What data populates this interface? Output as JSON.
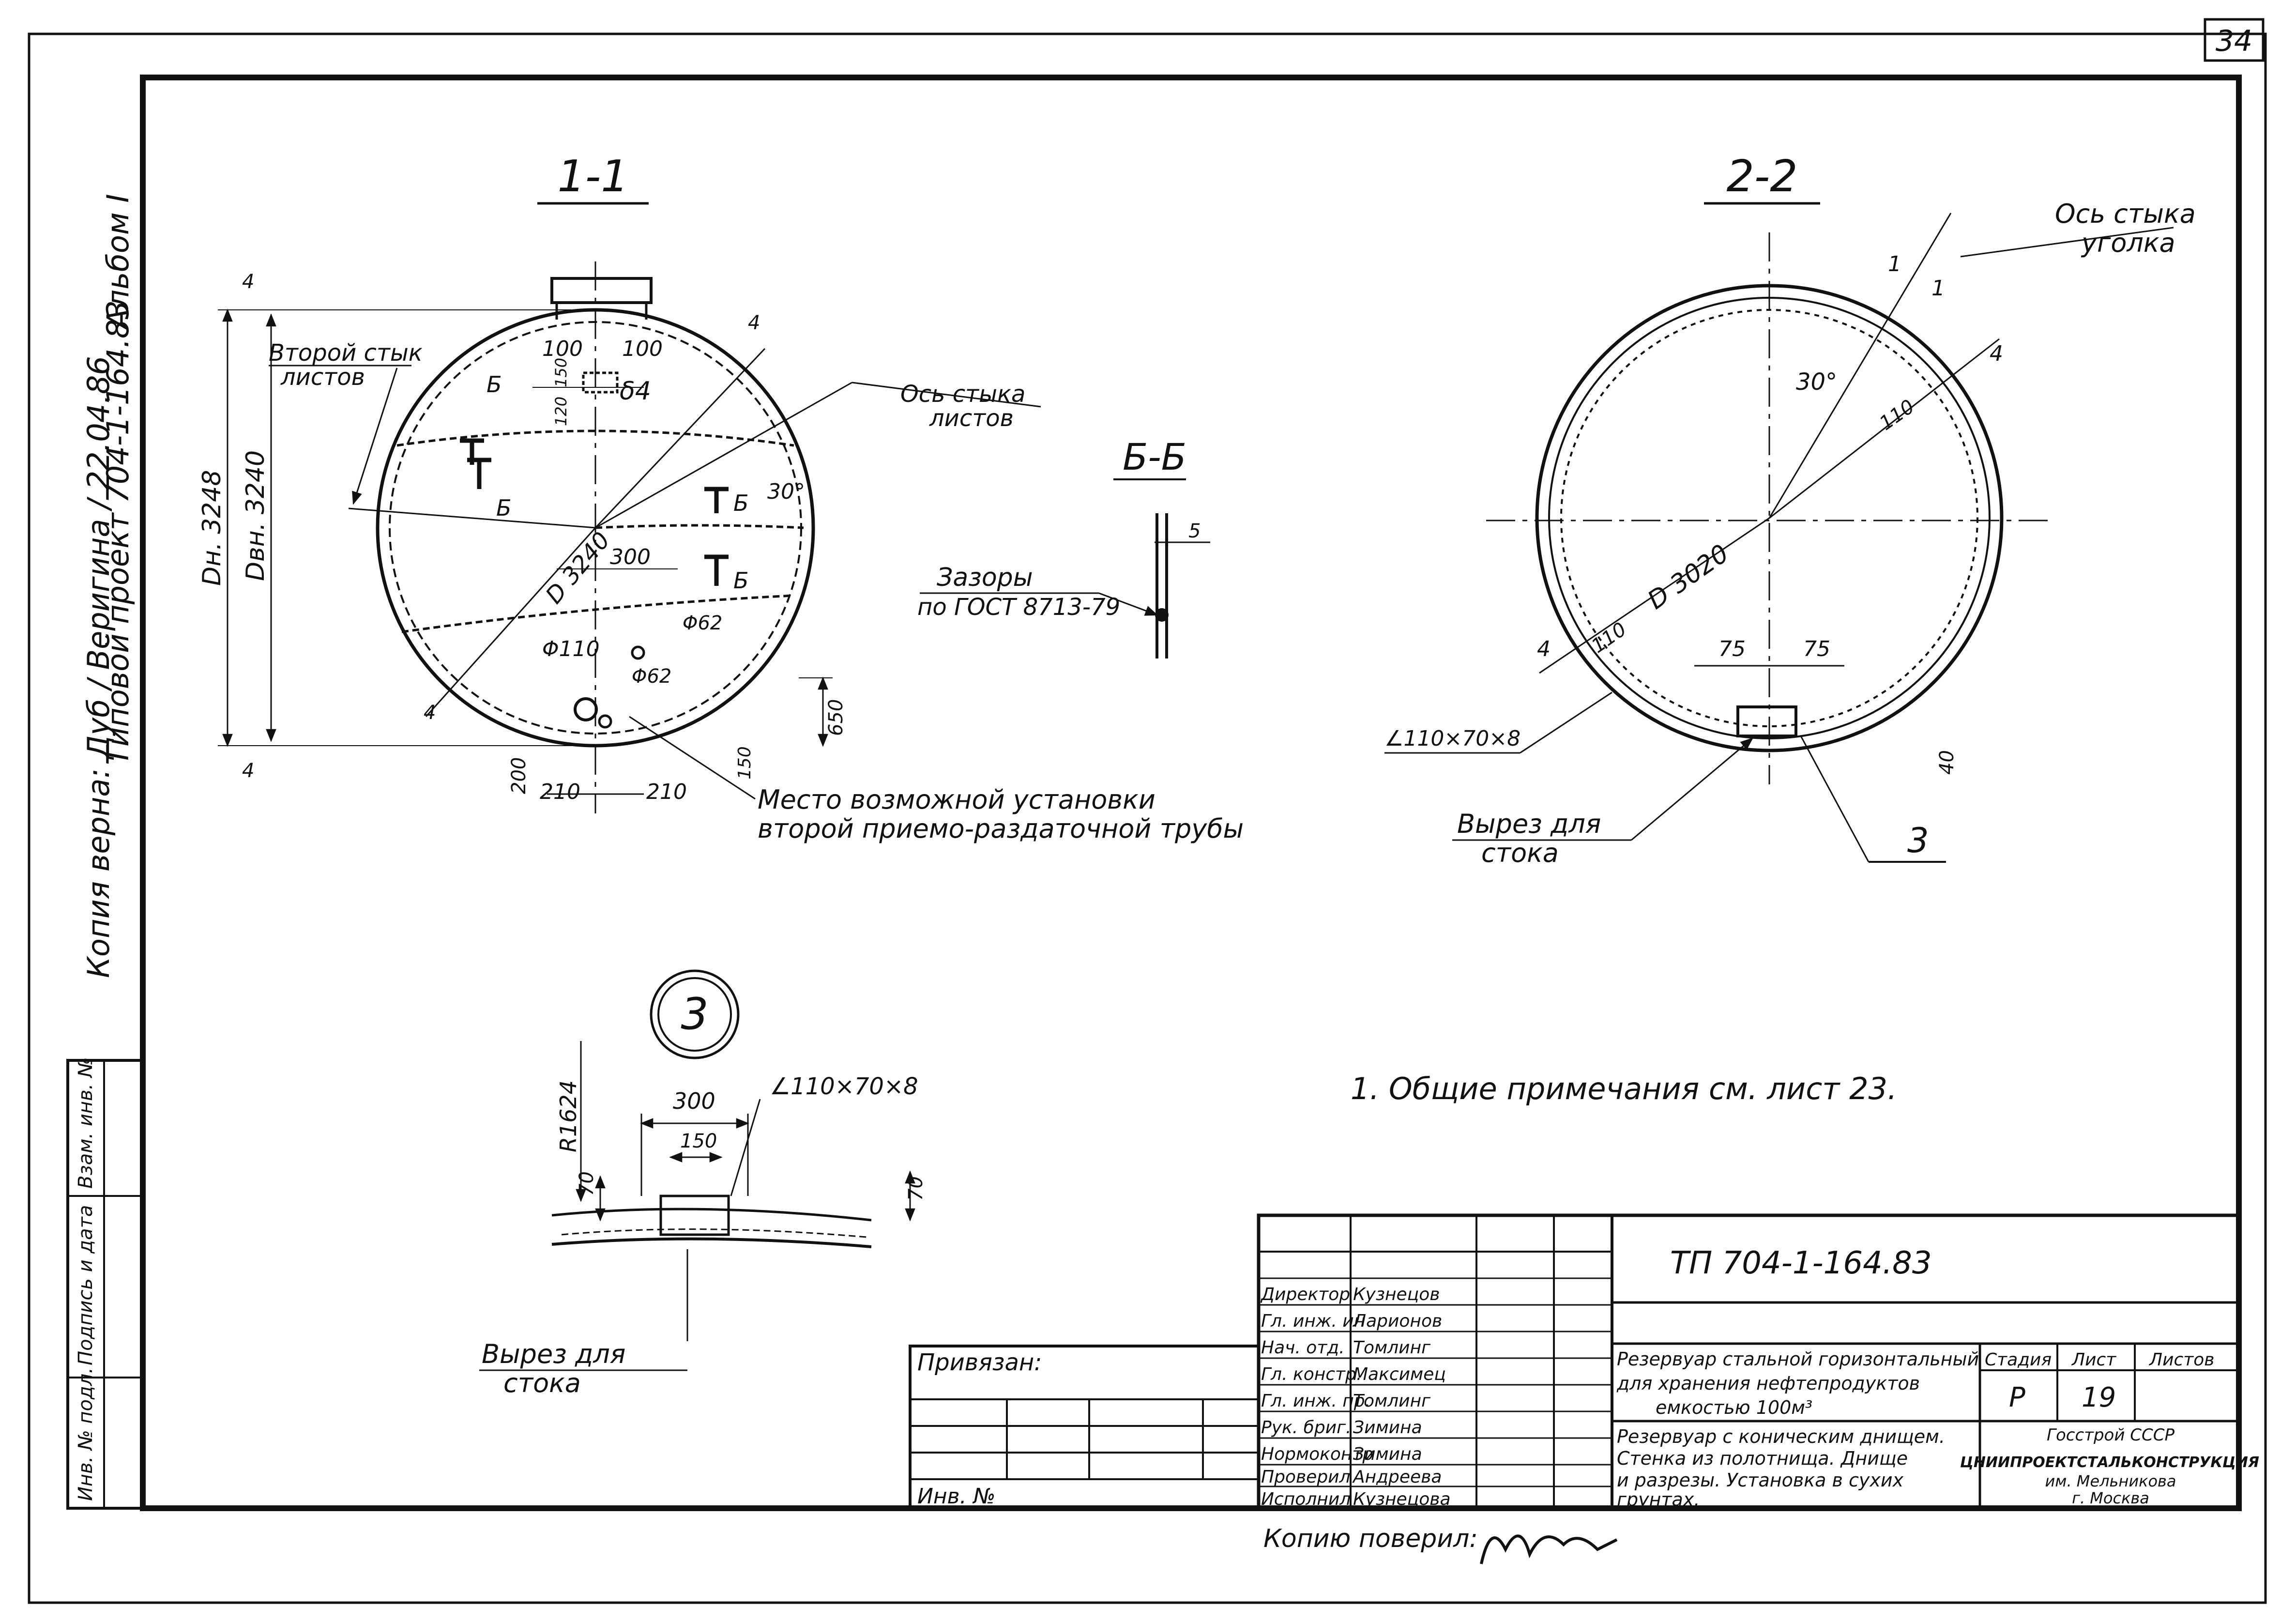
{
  "sheet": {
    "corner_number": "34",
    "side_inscription": "Копия верна: Дуб / Веригина / 22.04.86",
    "album": "Альбом I",
    "project": "Типовой проект 704-1-164.83"
  },
  "section_1_1": {
    "title": "1-1",
    "dh": "Dн. 3248",
    "dvn": "Dвн. 3240",
    "d": "D 3240",
    "thickness": "4",
    "second_joint_l1": "Второй стык",
    "second_joint_l2": "листов",
    "sheet_joint_axis_l1": "Ось стыка",
    "sheet_joint_axis_l2": "листов",
    "dim_100a": "100",
    "dim_100b": "100",
    "dim_150": "150",
    "dim_120": "120",
    "delta4": "δ4",
    "b_label": "Б",
    "angle": "30°",
    "dim_300": "300",
    "phi110": "Φ110",
    "phi62a": "Φ62",
    "phi62b": "Φ62",
    "dim_650": "650",
    "dim_200": "200",
    "dim_210a": "210",
    "dim_210b": "210",
    "dim_150b": "150",
    "note_l1": "Место возможной установки",
    "note_l2": "второй приемо-раздаточной трубы"
  },
  "section_b_b": {
    "title": "Б-Б",
    "gap_l1": "Зазоры",
    "gap_l2": "по ГОСТ 8713-79",
    "dim_5": "5"
  },
  "section_2_2": {
    "title": "2-2",
    "joint_axis_l1": "Ось стыка",
    "joint_axis_l2": "уголка",
    "mark_1a": "1",
    "mark_1b": "1",
    "thickness_a": "4",
    "thickness_b": "4",
    "angle": "30°",
    "d110a": "110",
    "d110b": "110",
    "d3020": "D 3020",
    "dim_75a": "75",
    "dim_75b": "75",
    "dim_40": "40",
    "angle_profile": "∠110×70×8",
    "cut_l1": "Вырез для",
    "cut_l2": "стока",
    "callout": "3"
  },
  "detail_3": {
    "number": "3",
    "radius": "R1624",
    "profile": "∠110×70×8",
    "dim_300": "300",
    "dim_150": "150",
    "dim_70a": "70",
    "dim_70b": "70",
    "cut_l1": "Вырез для",
    "cut_l2": "стока"
  },
  "notes": "1. Общие примечания см. лист 23.",
  "left_strip": [
    "Инв. № подл.",
    "Подпись и дата",
    "Взам. инв. №"
  ],
  "title_block": {
    "code": "ТП 704-1-164.83",
    "privyazan": "Привязан:",
    "inv": "Инв. №",
    "staff": [
      {
        "role": "Директор",
        "name": "Кузнецов"
      },
      {
        "role": "Гл. инж. ин",
        "name": "Ларионов"
      },
      {
        "role": "Нач. отд.",
        "name": "Томлинг"
      },
      {
        "role": "Гл. констр.",
        "name": "Максимец"
      },
      {
        "role": "Гл. инж. пр.",
        "name": "Томлинг"
      },
      {
        "role": "Рук. бриг.",
        "name": "Зимина"
      },
      {
        "role": "Нормоконтр",
        "name": "Зимина"
      },
      {
        "role": "Проверил",
        "name": "Андреева"
      },
      {
        "role": "Исполнил",
        "name": "Кузнецова"
      }
    ],
    "desc1_l1": "Резервуар стальной горизонтальный",
    "desc1_l2": "для хранения нефтепродуктов",
    "desc1_l3": "емкостью 100м³",
    "desc2_l1": "Резервуар с коническим днищем.",
    "desc2_l2": "Стенка из полотнища. Днище",
    "desc2_l3": "и разрезы. Установка в сухих",
    "desc2_l4": "грунтах.",
    "stage_h": "Стадия",
    "sheet_h": "Лист",
    "sheets_h": "Листов",
    "stage": "Р",
    "sheet": "19",
    "org_l1": "Госстрой СССР",
    "org_l2": "ЦНИИПРОЕКТСТАЛЬКОНСТРУКЦИЯ",
    "org_l3": "им. Мельникова",
    "org_l4": "г. Москва",
    "copy_checked": "Копию поверил:",
    "signature": "Марбк"
  }
}
